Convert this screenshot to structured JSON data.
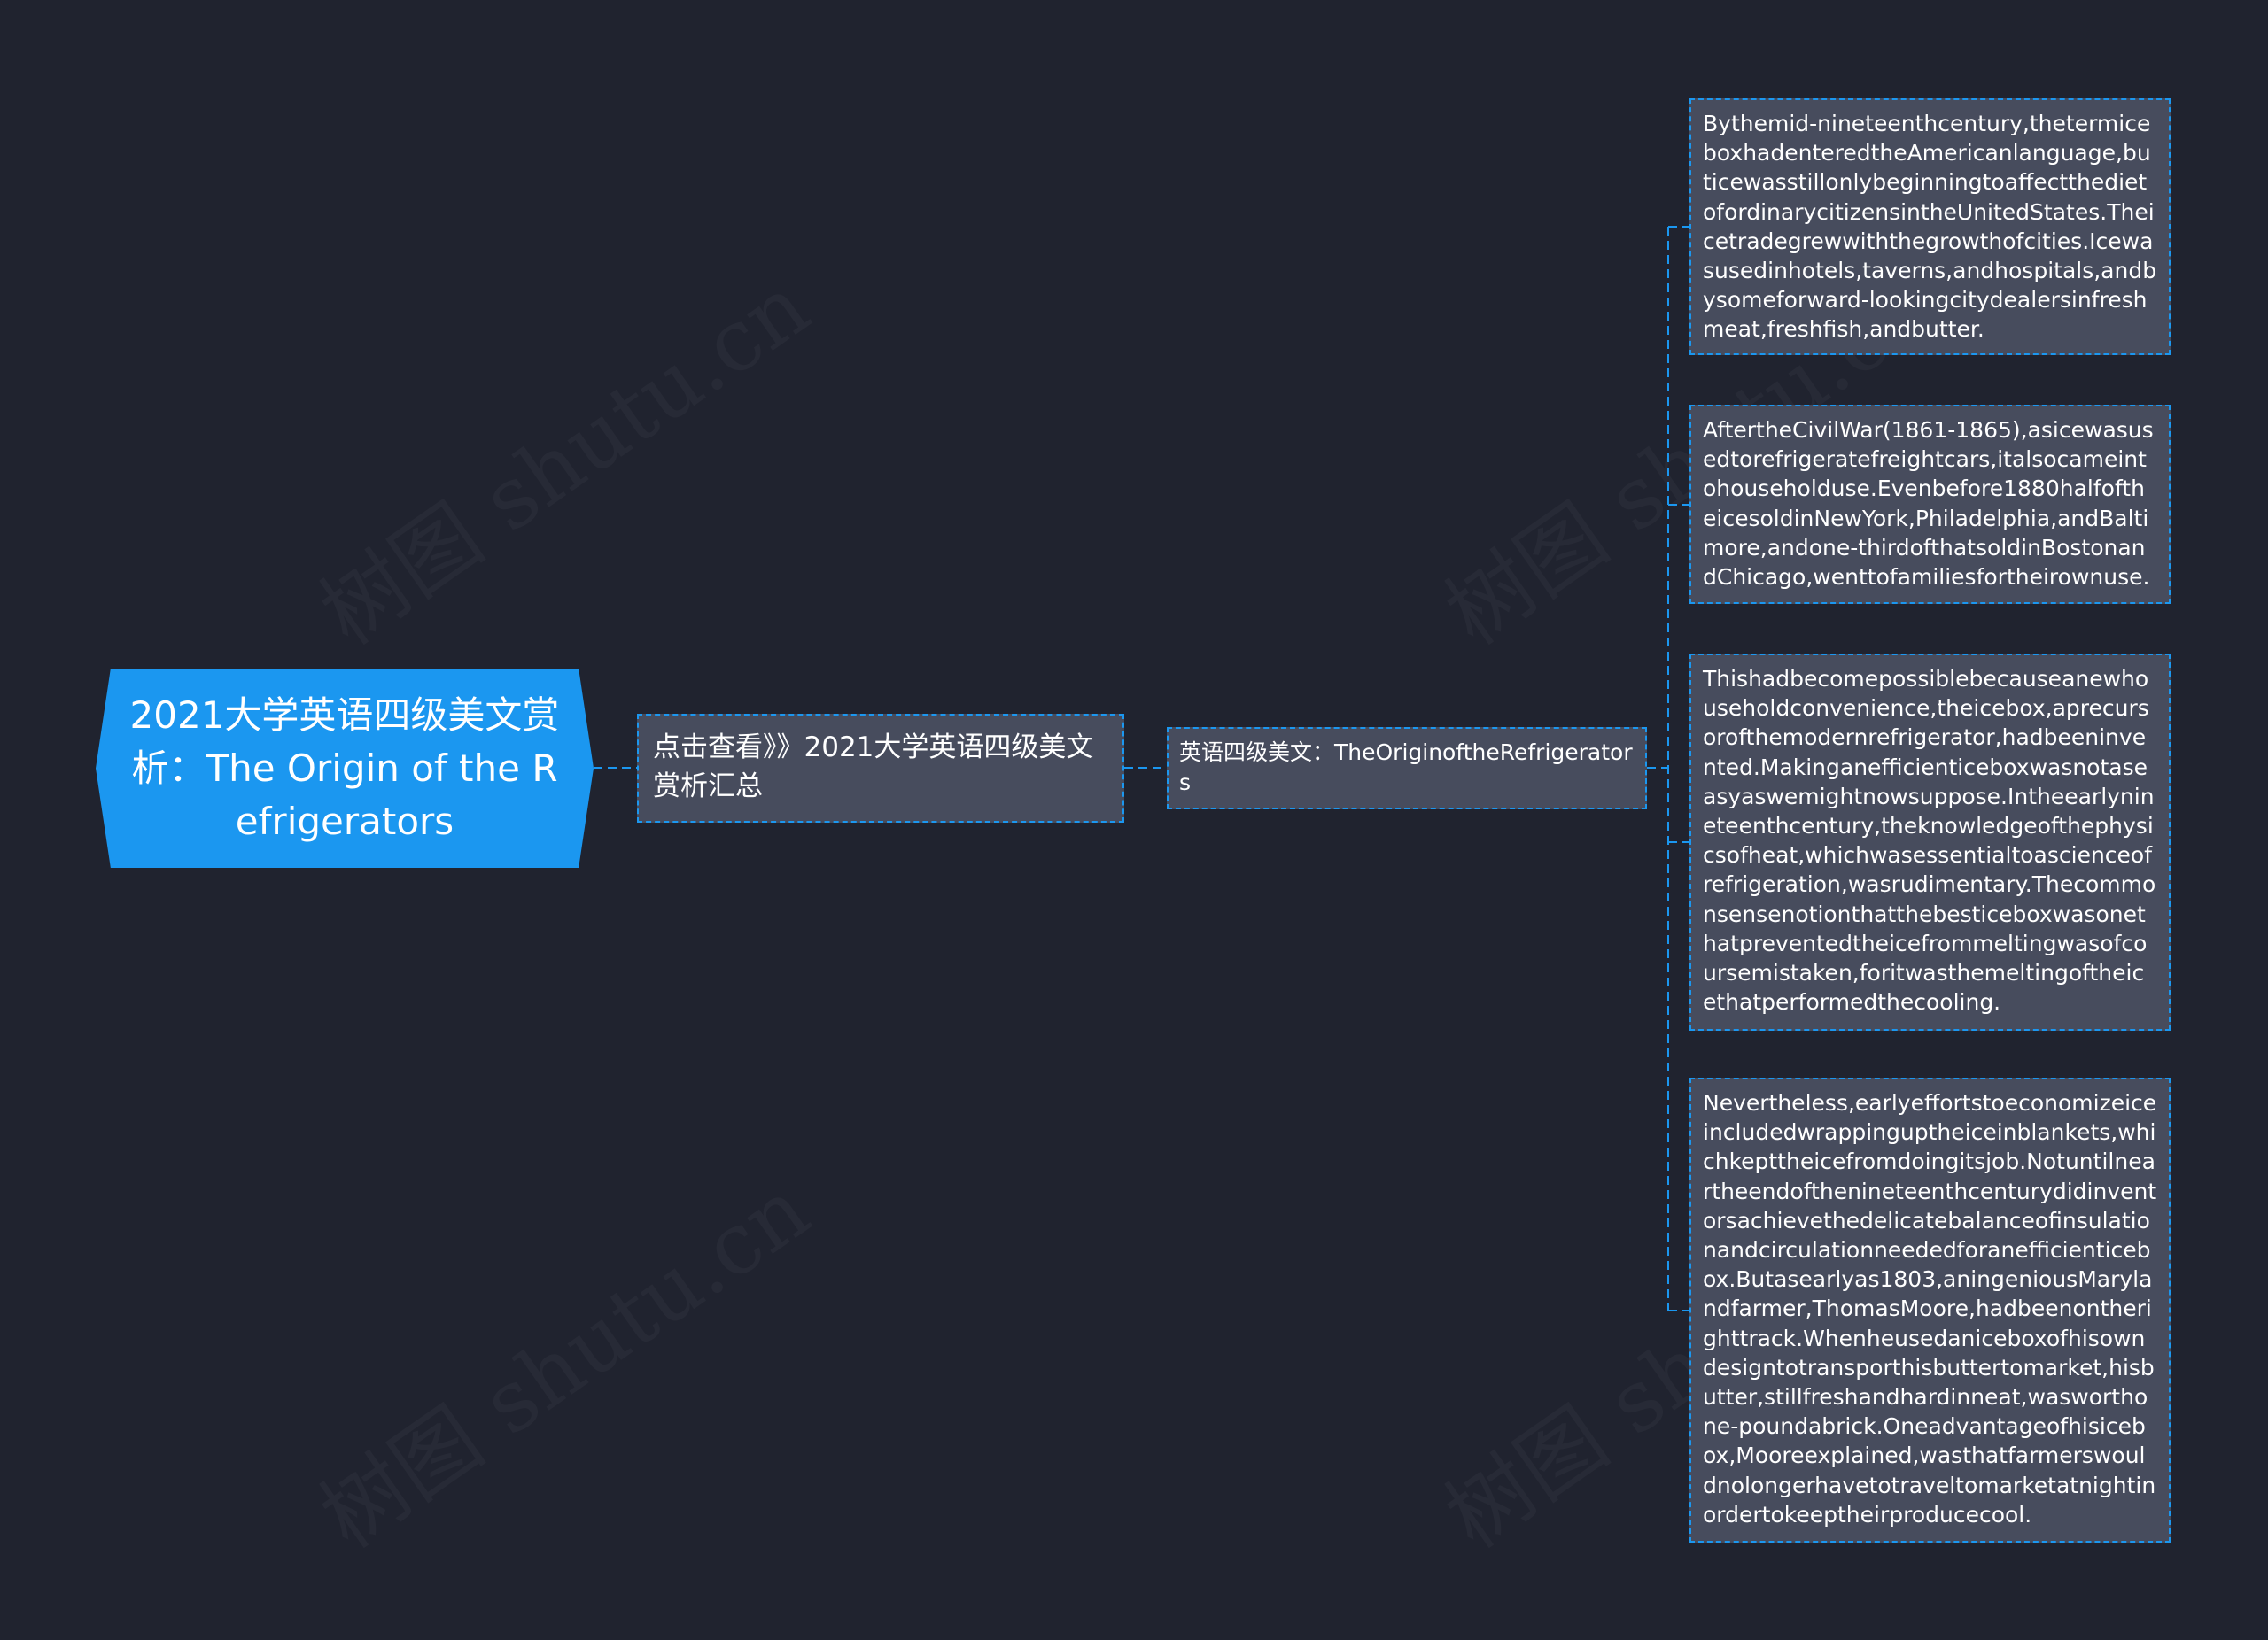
{
  "root": {
    "title": "2021大学英语四级美文赏析：The Origin of the Refrigerators"
  },
  "branch": {
    "link_label": "点击查看》》2021大学英语四级美文赏析汇总",
    "topic_label": "英语四级美文：TheOriginoftheRefrigerators"
  },
  "paragraphs": [
    "Bythemid-nineteenthcentury,thetermiceboxhadenteredtheAmericanlanguage,buticewasstillonlybeginningtoaffectthedietofordinarycitizensintheUnitedStates.Theicetradegrewwiththegrowthofcities.Icewasusedinhotels,taverns,andhospitals,andbysomeforward-lookingcitydealersinfreshmeat,freshfish,andbutter.",
    "AftertheCivilWar(1861-1865),asicewasusedtorefrigeratefreightcars,italsocameintohouseholduse.Evenbefore1880halfoftheicesoldinNewYork,Philadelphia,andBaltimore,andone-thirdofthatsoldinBostonandChicago,wenttofamiliesfortheirownuse.",
    "Thishadbecomepossiblebecauseanewhouseholdconvenience,theicebox,aprecursorofthemodernrefrigerator,hadbeeninvented.Makinganefficienticeboxwasnotaseasyaswemightnowsuppose.Intheearlynineteenthcentury,theknowledgeofthephysicsofheat,whichwasessentialtoascienceofrefrigeration,wasrudimentary.Thecommonsensenotionthatthebesticeboxwasonethatpreventedtheicefrommeltingwasofcoursemistaken,foritwasthemeltingoftheicethatperformedthecooling.",
    "Nevertheless,earlyeffortstoeconomizeiceincludedwrappinguptheiceinblankets,whichkepttheicefromdoingitsjob.Notuntilneartheendofthenineteenthcenturydidinventorsachievethedelicatebalanceofinsulationandcirculationneededforanefficienticebox.Butasearlyas1803,aningeniousMarylandfarmer,ThomasMoore,hadbeenontherighttrack.Whenheusedaniceboxofhisowndesigntotransporthisbuttertomarket,hisbutter,stillfreshandhardinneat,wasworthone-poundabrick.Oneadvantageofhisicebox,Mooreexplained,wasthatfarmerswouldnolongerhavetotraveltomarketatnightinordertokeeptheirproducecool."
  ],
  "colors": {
    "background": "#20232f",
    "accent": "#1b97f0",
    "node_fill": "#474c5d",
    "text": "#ffffff"
  }
}
